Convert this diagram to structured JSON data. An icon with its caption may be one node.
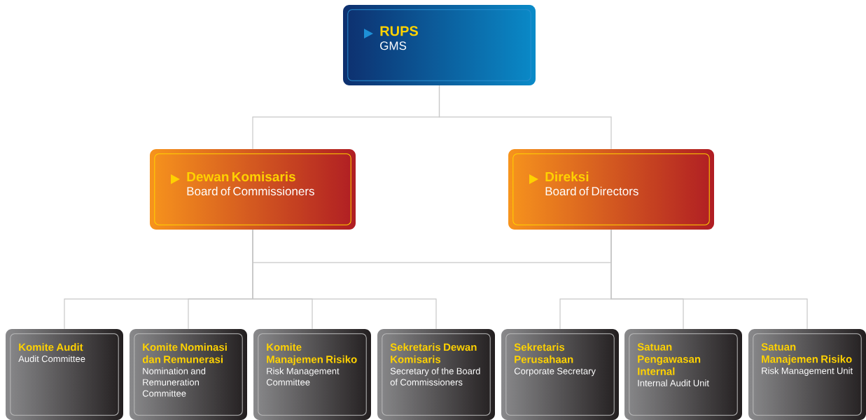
{
  "diagram": {
    "nodes": [
      {
        "text": [
          "RUPS",
          "GMS"
        ]
      },
      {
        "text": [
          "Dewan Komisaris",
          "Board of Commissioners"
        ]
      },
      {
        "text": [
          "Direksi",
          "Board of Directors"
        ]
      },
      {
        "text": [
          "Komite Audit",
          "Audit Committee"
        ]
      },
      {
        "text": [
          "Komite Nominasi dan Remunerasi",
          "Nomination and Remuneration Committee"
        ]
      },
      {
        "text": [
          "Komite Manajemen Risiko",
          "Risk Management Committee"
        ]
      },
      {
        "text": [
          "Sekretaris Dewan Komisaris",
          "Secretary of the Board of Commissioners"
        ]
      },
      {
        "text": [
          "Sekretaris Perusahaan",
          "Corporate Secretary"
        ]
      },
      {
        "text": [
          "Satuan Pengawasan Internal",
          "Internal Audit Unit"
        ]
      },
      {
        "text": [
          "Satuan Manajemen Risiko",
          "Risk Management Unit"
        ]
      }
    ],
    "edges": [
      {
        "from": 0,
        "to": 1,
        "arrow": "none"
      },
      {
        "from": 0,
        "to": 2,
        "arrow": "none"
      },
      {
        "from": 1,
        "to": 2,
        "arrow": "none"
      },
      {
        "from": 1,
        "to": 3,
        "arrow": "none"
      },
      {
        "from": 1,
        "to": 4,
        "arrow": "none"
      },
      {
        "from": 1,
        "to": 5,
        "arrow": "none"
      },
      {
        "from": 1,
        "to": 6,
        "arrow": "none"
      },
      {
        "from": 2,
        "to": 7,
        "arrow": "none"
      },
      {
        "from": 2,
        "to": 8,
        "arrow": "none"
      },
      {
        "from": 2,
        "to": 9,
        "arrow": "none"
      }
    ]
  }
}
